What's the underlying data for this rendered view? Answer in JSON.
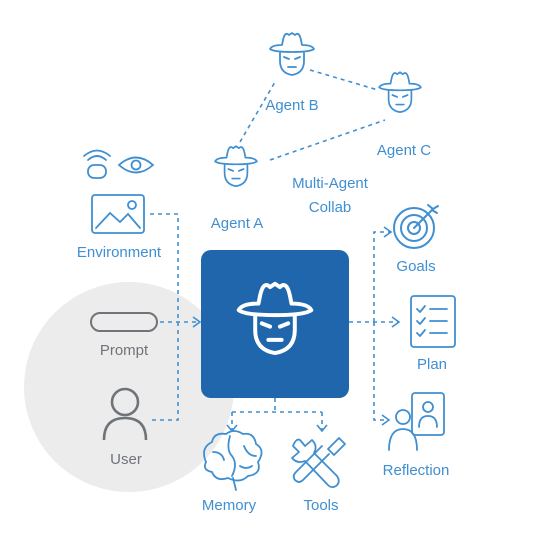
{
  "nodes": {
    "agent_b": "Agent B",
    "agent_c": "Agent C",
    "agent_a": "Agent A",
    "multi_agent_line1": "Multi-Agent",
    "multi_agent_line2": "Collab",
    "environment": "Environment",
    "prompt": "Prompt",
    "user": "User",
    "goals": "Goals",
    "plan": "Plan",
    "reflection": "Reflection",
    "memory": "Memory",
    "tools": "Tools"
  },
  "icons": {
    "center": "agent-hat-face-icon",
    "agents": "agent-hat-face-icon",
    "environment": [
      "sensor-wave-icon",
      "eye-icon",
      "image-icon"
    ],
    "prompt": "text-input-pill-icon",
    "user": "user-icon",
    "goals": "target-arrow-icon",
    "plan": "checklist-icon",
    "reflection": "person-mirror-icon",
    "memory": "brain-icon",
    "tools": "wrench-screwdriver-icon"
  },
  "colors": {
    "accent": "#3f8fd1",
    "center_box": "#1f66ad",
    "grey_icon": "#6f747a",
    "user_bg": "#ececec"
  }
}
